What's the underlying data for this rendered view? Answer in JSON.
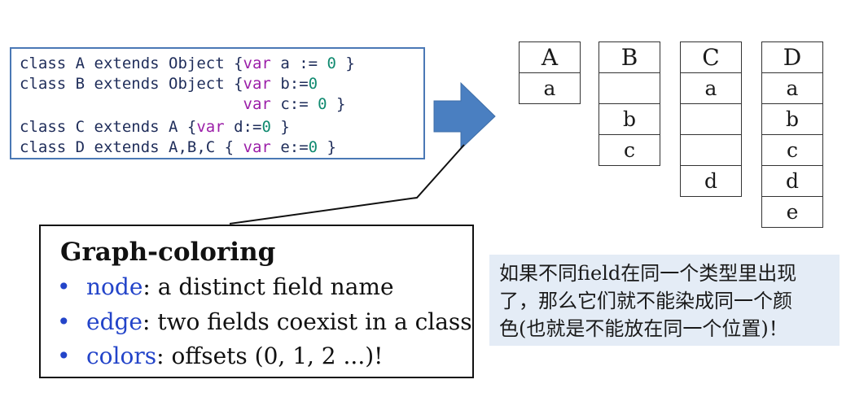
{
  "code": {
    "lines": [
      [
        {
          "t": "class A extends Object {",
          "c": "plain"
        },
        {
          "t": "var",
          "c": "kw"
        },
        {
          "t": " a := ",
          "c": "plain"
        },
        {
          "t": "0",
          "c": "num"
        },
        {
          "t": " }",
          "c": "plain"
        }
      ],
      [
        {
          "t": "class B extends Object {",
          "c": "plain"
        },
        {
          "t": "var",
          "c": "kw"
        },
        {
          "t": " b:=",
          "c": "plain"
        },
        {
          "t": "0",
          "c": "num"
        }
      ],
      [
        {
          "t": "                        ",
          "c": "plain"
        },
        {
          "t": "var",
          "c": "kw"
        },
        {
          "t": " c:= ",
          "c": "plain"
        },
        {
          "t": "0",
          "c": "num"
        },
        {
          "t": " }",
          "c": "plain"
        }
      ],
      [
        {
          "t": "class C extends A {",
          "c": "plain"
        },
        {
          "t": "var",
          "c": "kw"
        },
        {
          "t": " d:=",
          "c": "plain"
        },
        {
          "t": "0",
          "c": "num"
        },
        {
          "t": " }",
          "c": "plain"
        }
      ],
      [
        {
          "t": "class D extends A,B,C { ",
          "c": "plain"
        },
        {
          "t": "var",
          "c": "kw"
        },
        {
          "t": " e:=",
          "c": "plain"
        },
        {
          "t": "0",
          "c": "num"
        },
        {
          "t": " }",
          "c": "plain"
        }
      ]
    ]
  },
  "tables": [
    {
      "header": "A",
      "cells": [
        "a"
      ]
    },
    {
      "header": "B",
      "cells": [
        "",
        "b",
        "c"
      ]
    },
    {
      "header": "C",
      "cells": [
        "a",
        "",
        "",
        "d"
      ]
    },
    {
      "header": "D",
      "cells": [
        "a",
        "b",
        "c",
        "d",
        "e"
      ]
    }
  ],
  "graph_coloring": {
    "title": "Graph-coloring",
    "bullet": "•",
    "items": [
      {
        "term": "node",
        "rest": ": a distinct field name"
      },
      {
        "term": "edge",
        "rest": ": two fields coexist in a class"
      },
      {
        "term": "colors",
        "rest": ": offsets (0, 1, 2 ...)!"
      }
    ]
  },
  "note": {
    "lines": [
      "如果不同field在同一个类型里出现",
      "了，那么它们就不能染成同一个颜",
      "色(也就是不能放在同一个位置)！"
    ]
  },
  "colors": {
    "code_border": "#4a78b5",
    "arrow": "#4a7fc1",
    "term": "#2344c9",
    "note_bg": "#e4ecf6"
  }
}
